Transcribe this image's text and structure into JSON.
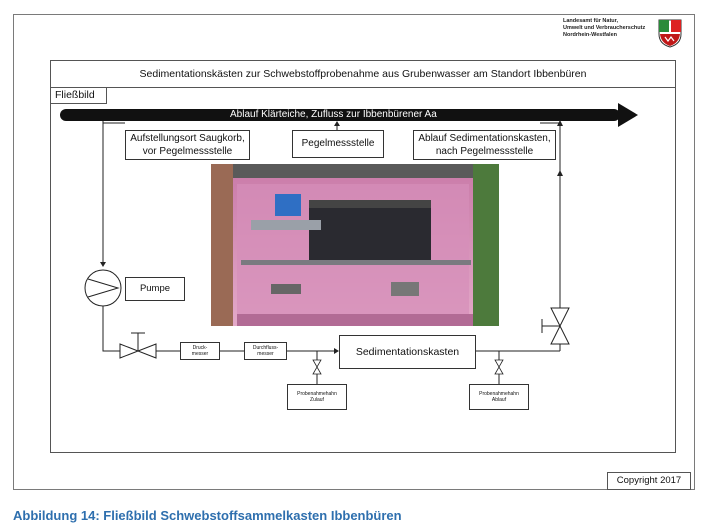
{
  "agency": {
    "line1": "Landesamt für Natur,",
    "line2": "Umwelt und Verbraucherschutz",
    "line3": "Nordrhein-Westfalen"
  },
  "diagram": {
    "title": "Sedimentationskästen zur Schwebstoffprobenahme aus Grubenwasser am Standort Ibbenbüren",
    "tab_label": "Fließbild",
    "flow_arrow_label": "Ablauf Klärteiche, Zufluss zur Ibbenbürener Aa",
    "label_intake_line1": "Aufstellungsort Saugkorb,",
    "label_intake_line2": "vor Pegelmessstelle",
    "label_gauge": "Pegelmessstelle",
    "label_outlet_line1": "Ablauf Sedimentationskasten,",
    "label_outlet_line2": "nach Pegelmessstelle",
    "pump_label": "Pumpe",
    "pressure_line1": "Druck-",
    "pressure_line2": "messer",
    "flow_meter_line1": "Durchfluss-",
    "flow_meter_line2": "messer",
    "sed_box_label": "Sedimentationskasten",
    "sample_inlet_line1": "Probenahmehahn",
    "sample_inlet_line2": "Zulauf",
    "sample_outlet_line1": "Probenahmehahn",
    "sample_outlet_line2": "Ablauf"
  },
  "copyright": "Copyright 2017",
  "caption": "Abbildung 14: Fließbild Schwebstoffsammelkasten Ibbenbüren",
  "colors": {
    "caption": "#2e6fae",
    "flow_arrow": "#111111",
    "photo_pink": "#d98fb6"
  },
  "icons": [
    "crest-icon",
    "pump-icon",
    "valve-icon",
    "sample-tap-icon"
  ]
}
